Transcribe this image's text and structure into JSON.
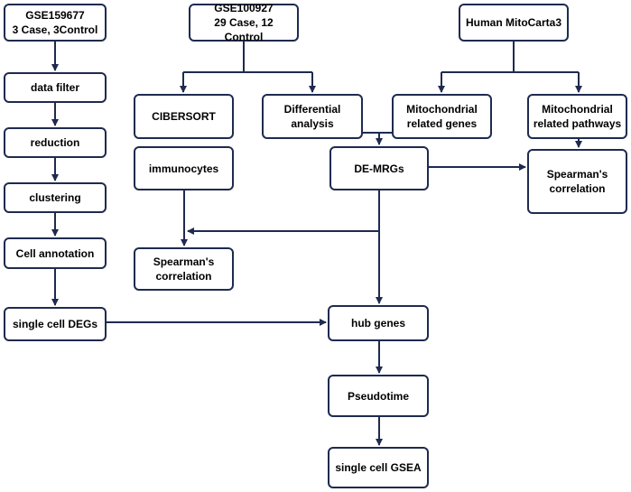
{
  "colors": {
    "line": "#1f2a4f",
    "box_border": "#1f2a4f",
    "text": "#000000"
  },
  "nodes": {
    "gse159677": "GSE159677\n3 Case, 3Control",
    "data_filter": "data filter",
    "reduction": "reduction",
    "clustering": "clustering",
    "cell_annotation": "Cell annotation",
    "single_cell_degs": "single cell DEGs",
    "gse100927": "GSE100927\n29 Case, 12 Control",
    "cibersort": "CIBERSORT",
    "differential_analysis": "Differential\nanalysis",
    "immunocytes": "immunocytes",
    "spearman_left": "Spearman's\ncorrelation",
    "de_mrgs": "DE-MRGs",
    "hub_genes": "hub genes",
    "pseudotime": "Pseudotime",
    "single_cell_gsea": "single cell GSEA",
    "human_mitocarta3": "Human MitoCarta3",
    "mito_genes": "Mitochondrial\nrelated genes",
    "mito_pathways": "Mitochondrial\nrelated pathways",
    "spearman_right": "Spearman's\ncorrelation"
  }
}
